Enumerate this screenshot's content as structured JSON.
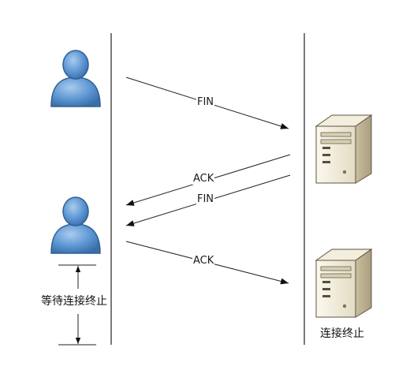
{
  "messages": [
    {
      "label": "FIN",
      "direction": "client-to-server"
    },
    {
      "label": "ACK",
      "direction": "server-to-client"
    },
    {
      "label": "FIN",
      "direction": "server-to-client"
    },
    {
      "label": "ACK",
      "direction": "client-to-server"
    }
  ],
  "client_wait_label": "等待连接终止",
  "server_closed_label": "连接终止",
  "icons": {
    "user": "user-icon",
    "server": "server-tower-icon"
  },
  "colors": {
    "user_fill": "#4a86c8",
    "user_outline": "#2f5f93",
    "server_fill": "#ece6d2",
    "line": "#222222"
  }
}
